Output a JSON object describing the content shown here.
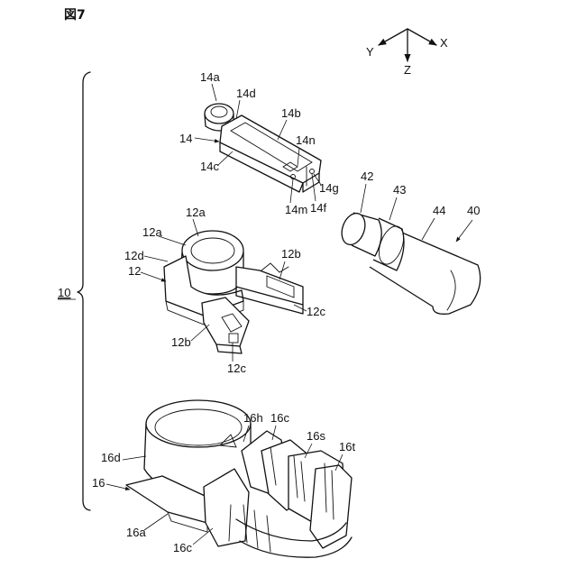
{
  "figure_title": "図7",
  "axes": {
    "x": "X",
    "y": "Y",
    "z": "Z"
  },
  "labels": {
    "assembly": "10",
    "part12": "12",
    "l12a_left": "12a",
    "l12a_top": "12a",
    "l12b_right": "12b",
    "l12b_bottom": "12b",
    "l12c_right": "12c",
    "l12c_bottom": "12c",
    "l12d": "12d",
    "part14": "14",
    "l14a": "14a",
    "l14b": "14b",
    "l14c": "14c",
    "l14d": "14d",
    "l14f": "14f",
    "l14g": "14g",
    "l14m": "14m",
    "l14n": "14n",
    "part16": "16",
    "l16a": "16a",
    "l16c_top": "16c",
    "l16c_bottom": "16c",
    "l16d": "16d",
    "l16h": "16h",
    "l16s": "16s",
    "l16t": "16t",
    "cable": "40",
    "l42": "42",
    "l43": "43",
    "l44": "44"
  }
}
